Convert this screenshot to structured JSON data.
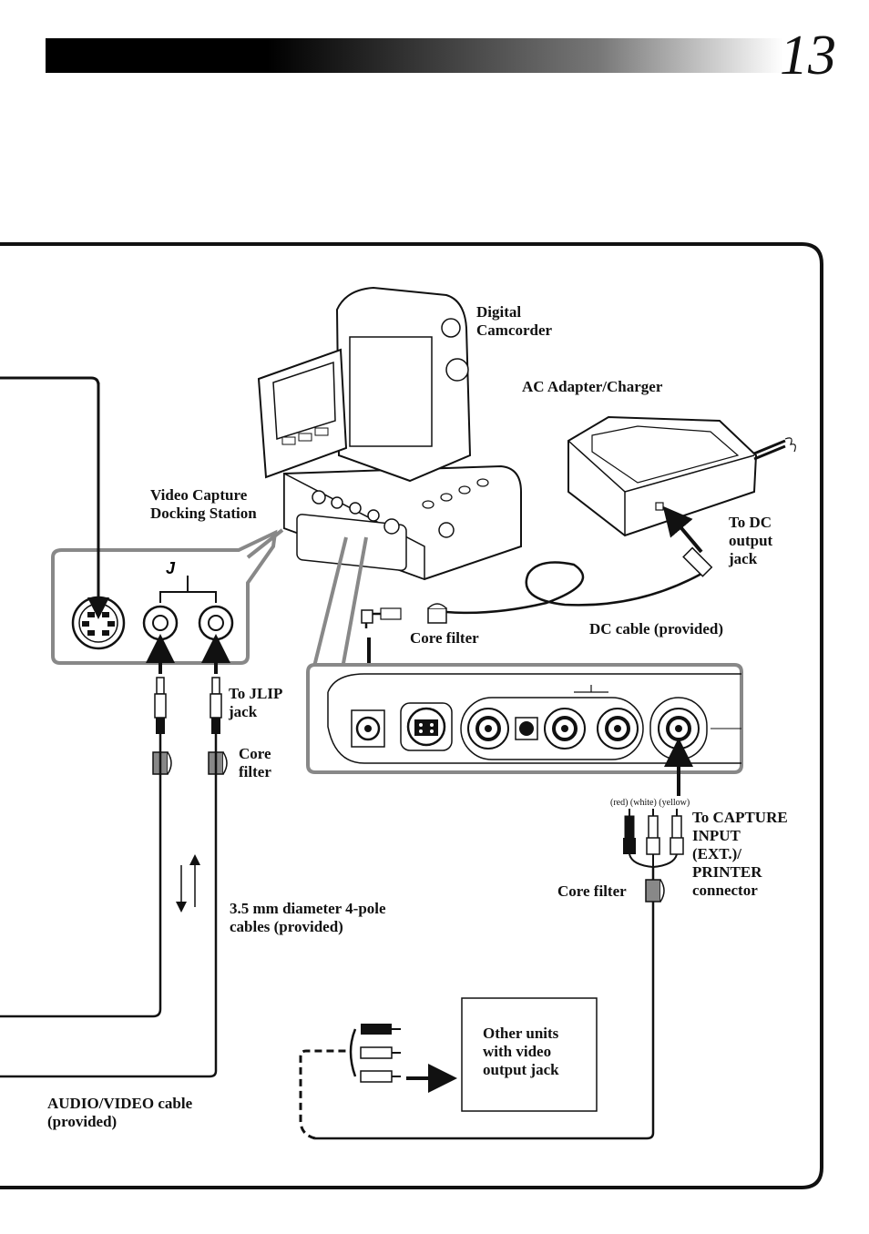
{
  "page": {
    "number": "13"
  },
  "labels": {
    "digital_camcorder": "Digital\nCamcorder",
    "ac_adapter": "AC Adapter/Charger",
    "video_capture": "Video Capture\nDocking Station",
    "to_dc_output": "To DC\noutput\njack",
    "core_filter_top": "Core filter",
    "dc_cable": "DC cable (provided)",
    "to_jlip": "To JLIP\njack",
    "core_filter_left": "Core\nfilter",
    "cables_35mm": "3.5 mm diameter 4-pole\ncables (provided)",
    "cable_colors": "(red) (white) (yellow)",
    "to_capture": "To CAPTURE\nINPUT\n(EXT.)/\nPRINTER\nconnector",
    "core_filter_right": "Core filter",
    "other_units": "Other units\nwith video\noutput jack",
    "av_cable": "AUDIO/VIDEO cable\n(provided)"
  }
}
